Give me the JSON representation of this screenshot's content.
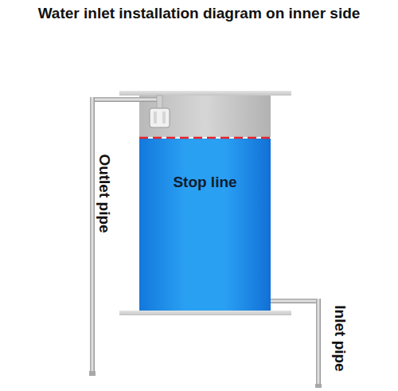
{
  "diagram": {
    "title": "Water inlet installation diagram on inner side",
    "nodes": [
      {
        "text": [
          "Stop line"
        ]
      }
    ],
    "labels": [
      "Outlet pipe",
      "Inlet pipe"
    ]
  }
}
